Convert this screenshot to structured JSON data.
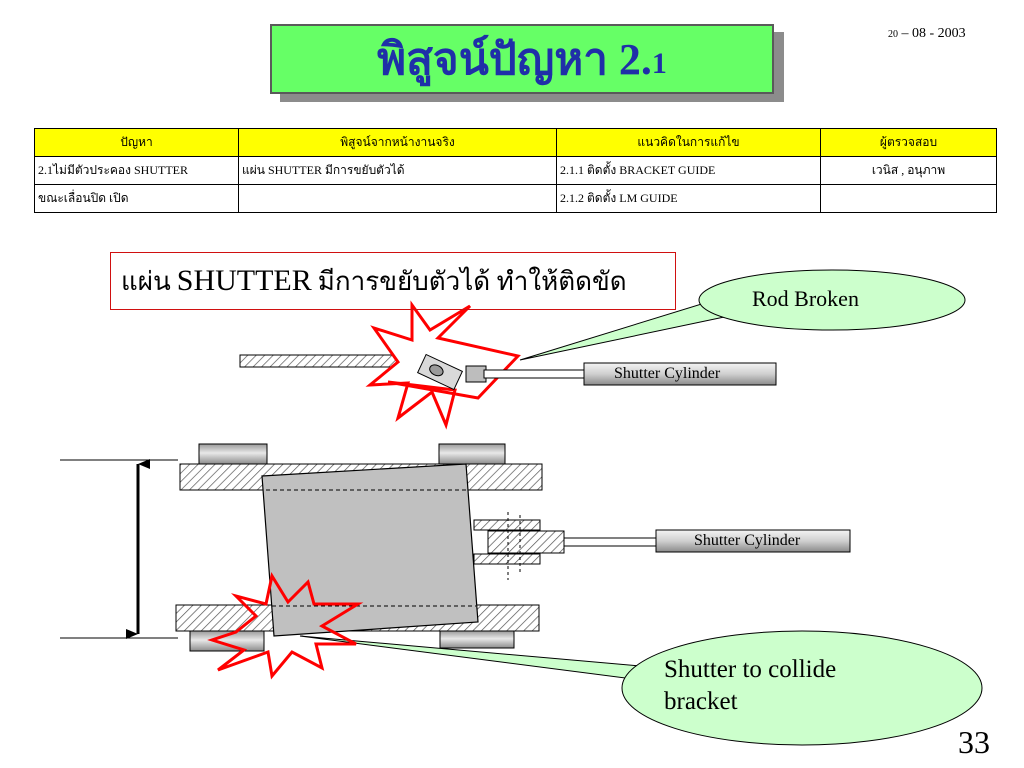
{
  "title": {
    "main": "พิสูจน์ปัญหา 2.",
    "sub": "1"
  },
  "date": {
    "day": "20",
    "rest": " – 08 - 2003"
  },
  "table": {
    "headers": [
      "ปัญหา",
      "พิสูจน์จากหน้างานจริง",
      "แนวคิดในการแก้ไข",
      "ผู้ตรวจสอบ"
    ],
    "rows": [
      [
        "2.1ไม่มีตัวประคอง SHUTTER",
        "แผ่น SHUTTER มีการขยับตัวได้",
        "2.1.1 ติดตั้ง  BRACKET GUIDE",
        "เวนิส , อนุภาพ"
      ],
      [
        "ขณะเลื่อนปิด เปิด",
        "",
        "2.1.2 ติดตั้ง LM GUIDE",
        ""
      ]
    ]
  },
  "note": {
    "pre": "แผ่น",
    "big": "SHUTTER",
    "post": "มีการขยับตัวได้ ทำให้ติดขัด"
  },
  "callouts": {
    "rod_broken": "Rod  Broken",
    "collide_line1": "Shutter to collide",
    "collide_line2": "bracket"
  },
  "labels": {
    "cylinder_top": "Shutter Cylinder",
    "cylinder_bottom": "Shutter Cylinder"
  },
  "page_number": "33",
  "colors": {
    "title_bg": "#66ff66",
    "title_text": "#1f2fa8",
    "header_bg": "#ffff00",
    "bubble_bg": "#ccffcc",
    "burst": "#ff0000"
  }
}
